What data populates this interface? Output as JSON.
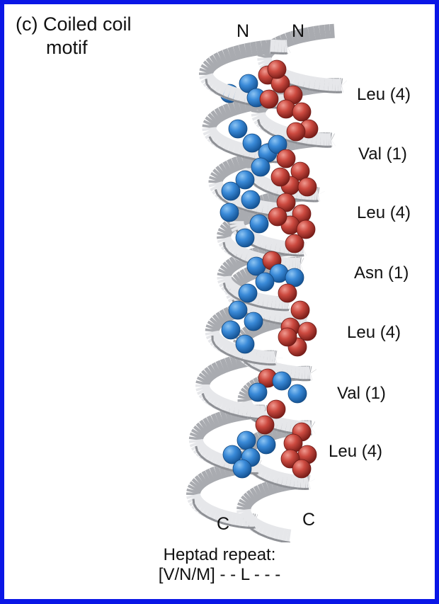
{
  "panel": {
    "label_line1": "(c) Coiled coil",
    "label_line2": "motif"
  },
  "termini": {
    "n_left": "N",
    "n_right": "N",
    "c_left": "C",
    "c_right": "C"
  },
  "residues": [
    {
      "label": "Leu (4)"
    },
    {
      "label": "Val (1)"
    },
    {
      "label": "Leu (4)"
    },
    {
      "label": "Asn (1)"
    },
    {
      "label": "Leu (4)"
    },
    {
      "label": "Val (1)"
    },
    {
      "label": "Leu (4)"
    }
  ],
  "caption": {
    "line1": "Heptad repeat:",
    "line2": "[V/N/M] - - L - - -"
  },
  "colors": {
    "border": "#0a16e6",
    "helix_a_residues": "#2f7fd0",
    "helix_b_residues": "#c8443c",
    "ribbon": "#d8d9dc"
  }
}
